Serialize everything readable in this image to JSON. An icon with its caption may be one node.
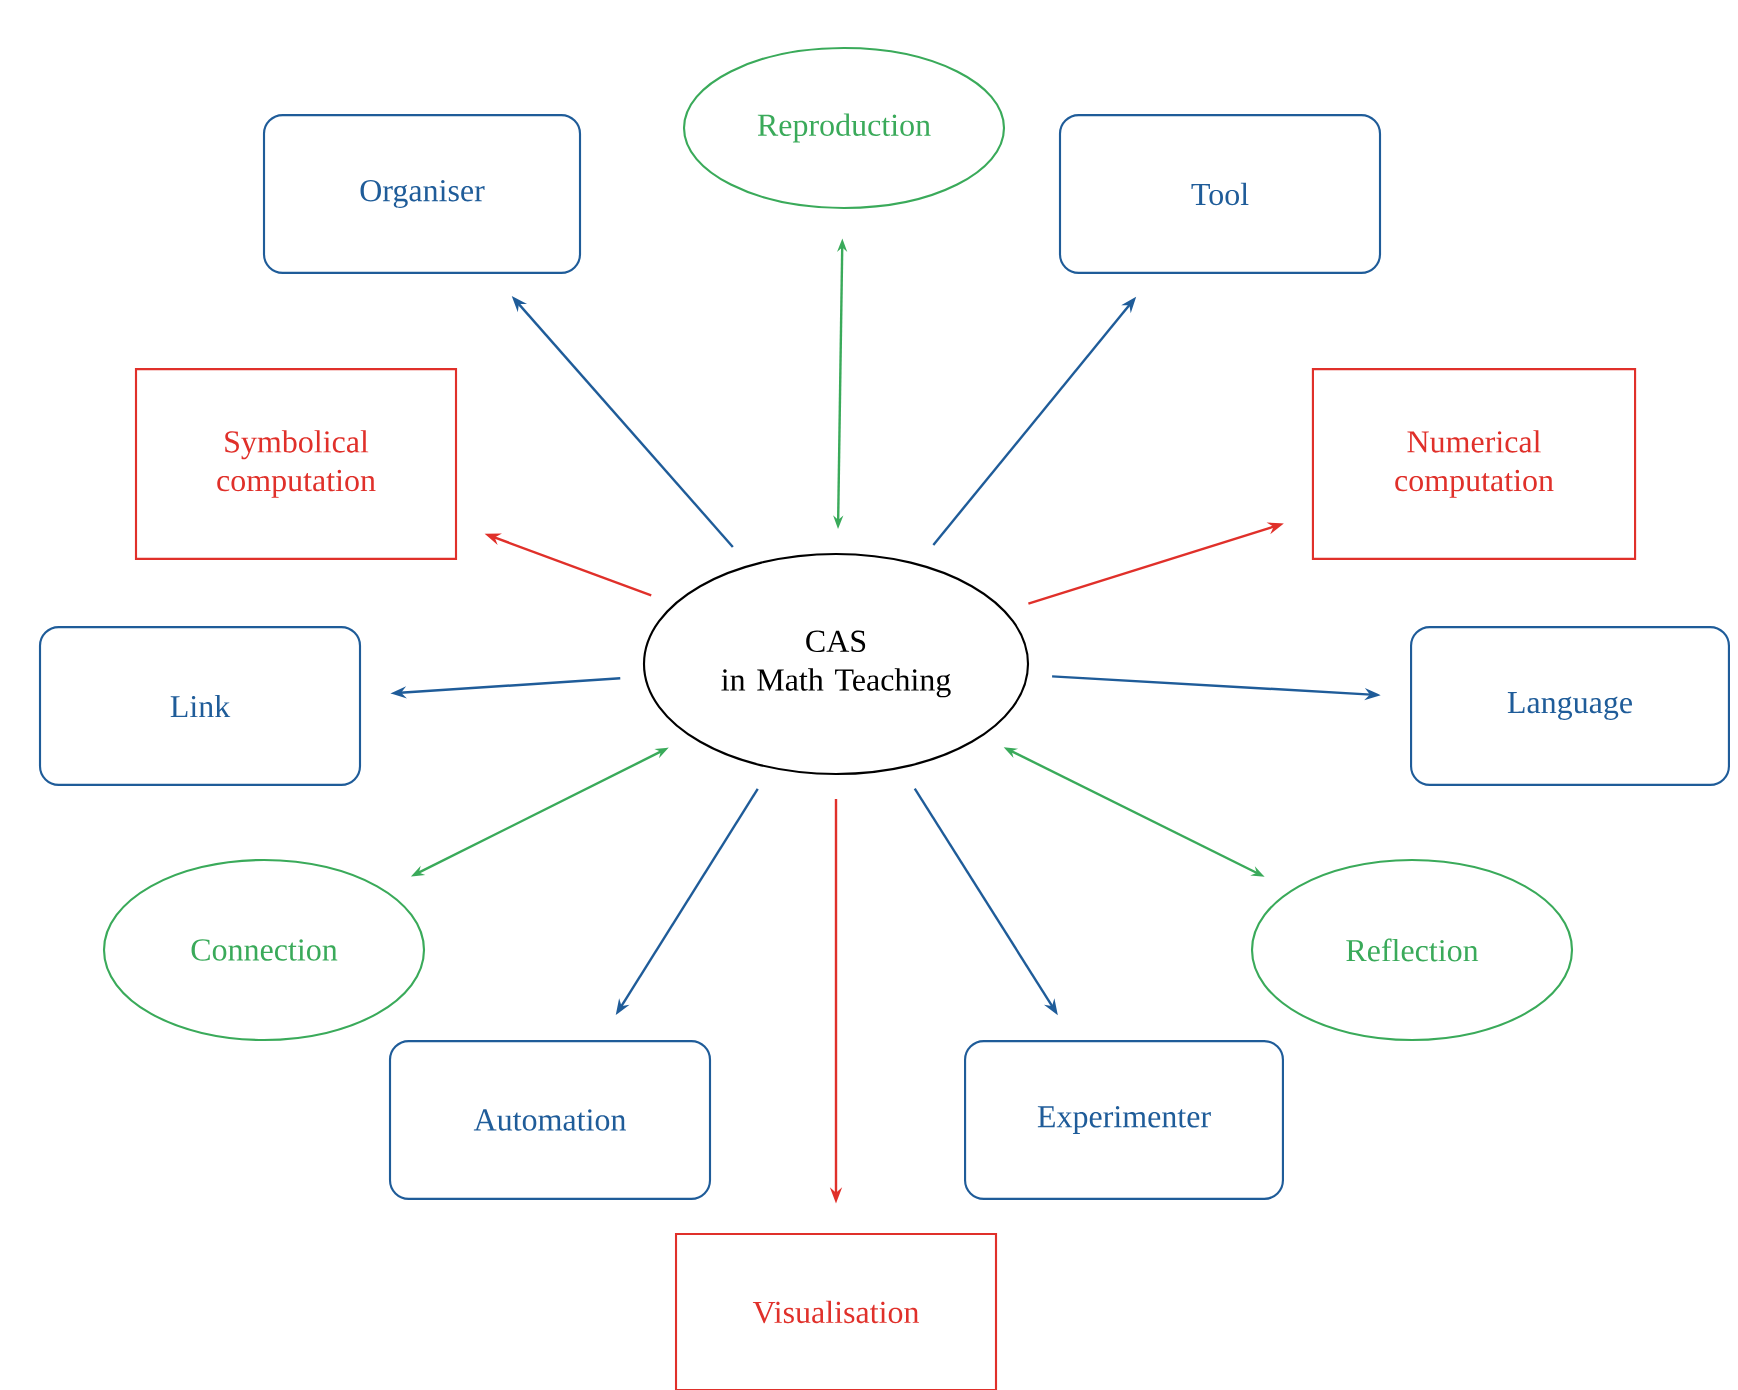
{
  "diagram": {
    "nodes": [
      {
        "text": [
          "CAS",
          "in Math Teaching"
        ]
      },
      {
        "text": [
          "Organiser"
        ]
      },
      {
        "text": [
          "Reproduction"
        ]
      },
      {
        "text": [
          "Tool"
        ]
      },
      {
        "text": [
          "Symbolical computation"
        ]
      },
      {
        "text": [
          "Numerical computation"
        ]
      },
      {
        "text": [
          "Link"
        ]
      },
      {
        "text": [
          "Language"
        ]
      },
      {
        "text": [
          "Connection"
        ]
      },
      {
        "text": [
          "Reflection"
        ]
      },
      {
        "text": [
          "Automation"
        ]
      },
      {
        "text": [
          "Experimenter"
        ]
      },
      {
        "text": [
          "Visualisation"
        ]
      }
    ],
    "edges": [
      {
        "from": 0,
        "to": 1,
        "arrow": "to"
      },
      {
        "from": 0,
        "to": 2,
        "arrow": "both",
        "color": "#3aaa5a"
      },
      {
        "from": 0,
        "to": 3,
        "arrow": "to"
      },
      {
        "from": 0,
        "to": 4,
        "arrow": "to",
        "color": "#e0302a"
      },
      {
        "from": 0,
        "to": 5,
        "arrow": "to",
        "color": "#e0302a"
      },
      {
        "from": 0,
        "to": 6,
        "arrow": "to"
      },
      {
        "from": 0,
        "to": 7,
        "arrow": "to"
      },
      {
        "from": 0,
        "to": 8,
        "arrow": "both",
        "color": "#3aaa5a"
      },
      {
        "from": 0,
        "to": 9,
        "arrow": "both",
        "color": "#3aaa5a"
      },
      {
        "from": 0,
        "to": 10,
        "arrow": "to"
      },
      {
        "from": 0,
        "to": 11,
        "arrow": "to"
      },
      {
        "from": 0,
        "to": 12,
        "arrow": "to",
        "color": "#e0302a"
      }
    ]
  }
}
